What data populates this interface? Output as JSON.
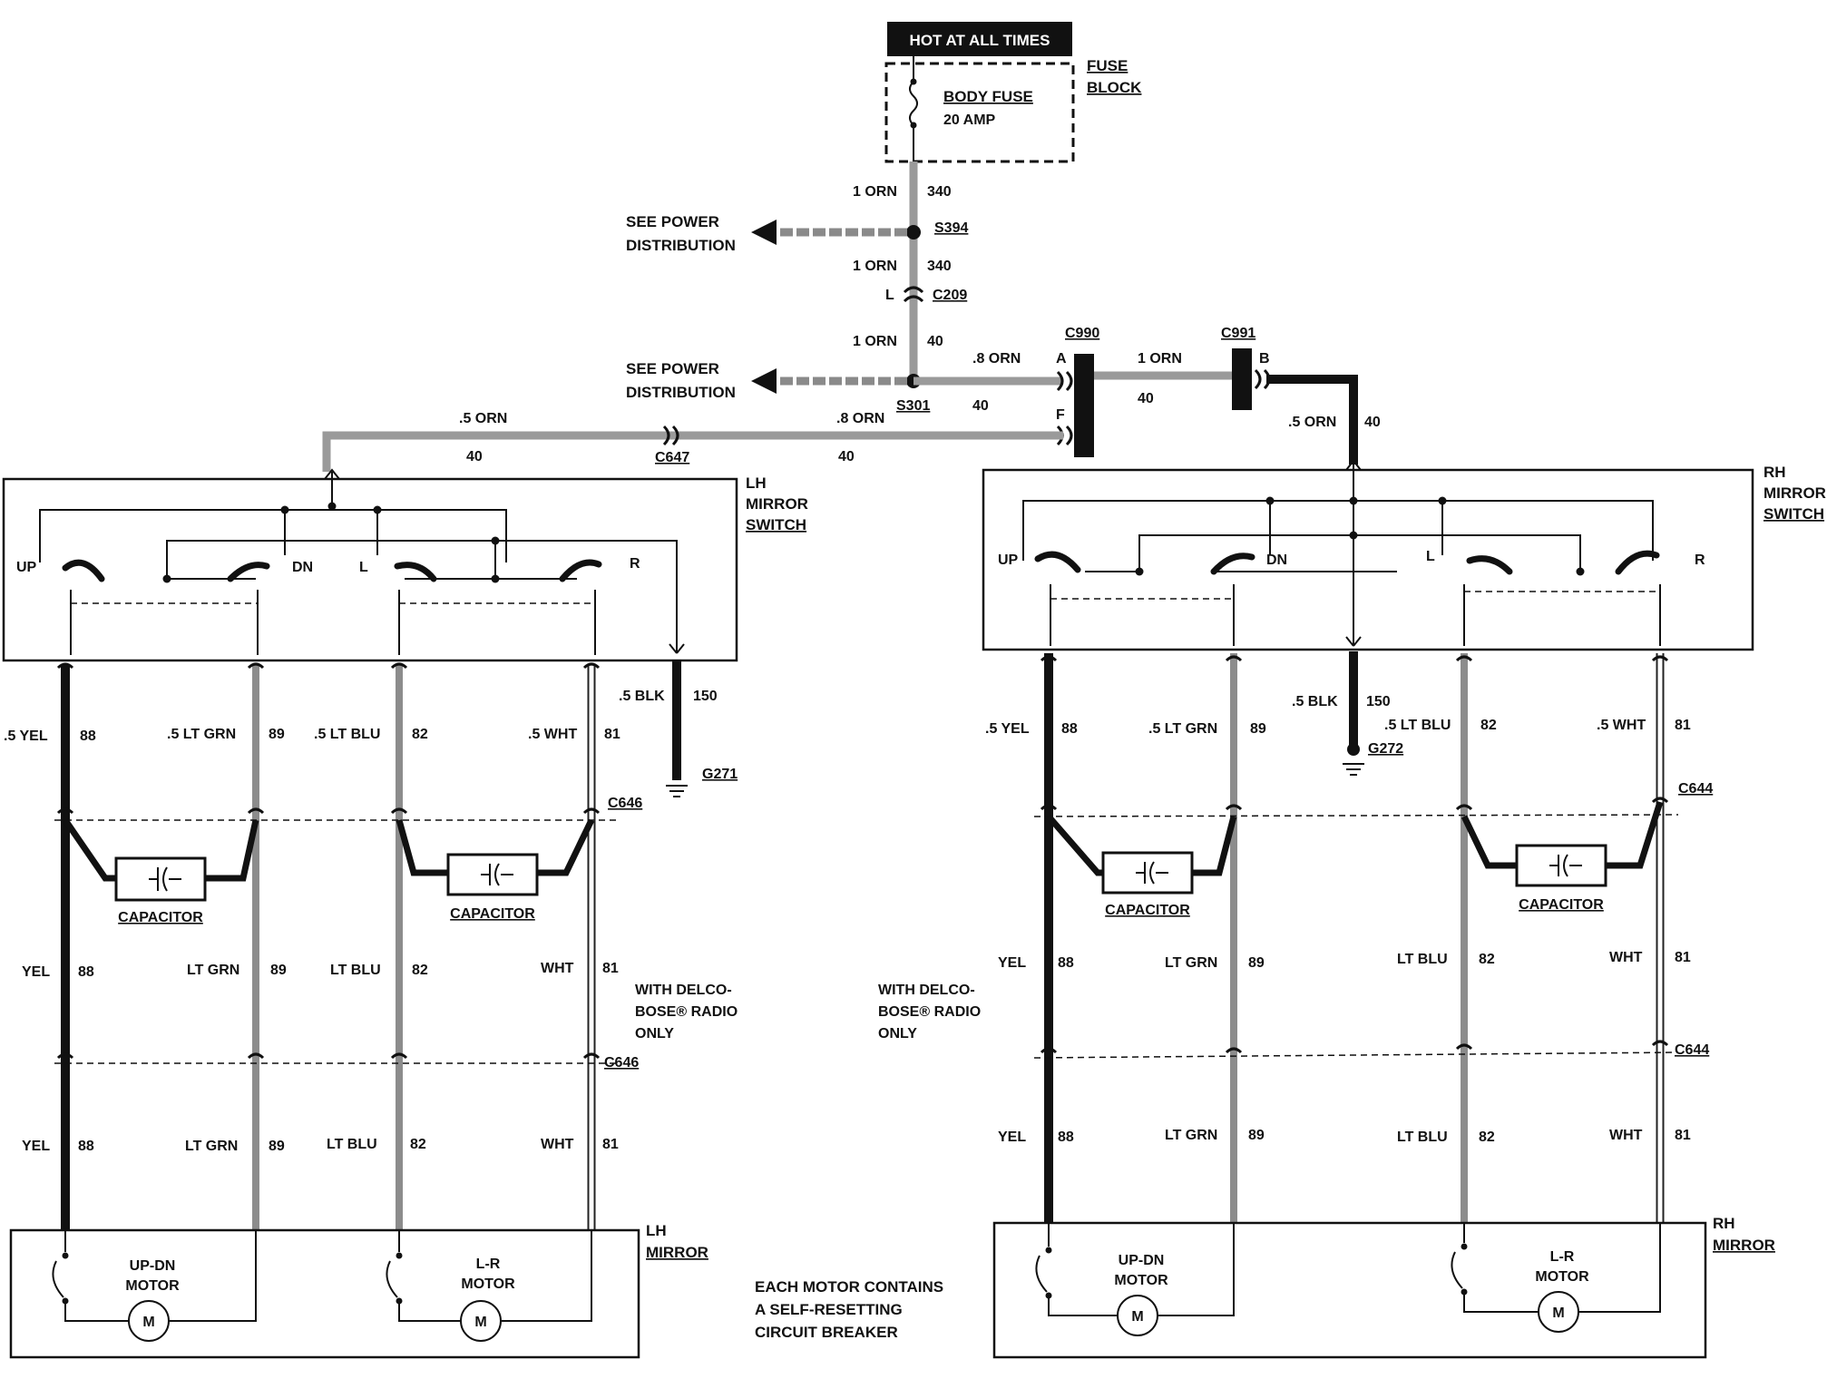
{
  "header": {
    "hot": "HOT AT ALL TIMES"
  },
  "fuse": {
    "block_line1": "FUSE",
    "block_line2": "BLOCK",
    "name": "BODY FUSE",
    "rating": "20 AMP"
  },
  "feed": {
    "w1_gauge": "1 ORN",
    "w1_circuit": "340",
    "splice1": "S394",
    "w2_gauge": "1 ORN",
    "w2_circuit": "340",
    "conn_c209_pin": "L",
    "conn_c209": "C209",
    "w3_gauge": "1 ORN",
    "w3_circuit": "40",
    "splice2": "S301",
    "see_power_1": "SEE POWER",
    "see_power_2": "DISTRIBUTION",
    "c990": "C990",
    "c990_pin_a": "A",
    "c990_pin_f": "F",
    "c991": "C991",
    "c991_pin_b": "B",
    "w_a_gauge": ".8 ORN",
    "w_a_circuit": "40",
    "w_b_gauge": "1 ORN",
    "w_b_circuit": "40",
    "w_f_gauge": ".8 ORN",
    "w_f_circuit": "40",
    "w_lh_gauge": ".5 ORN",
    "w_lh_circuit": "40",
    "c647": "C647",
    "w_rh_gauge": ".5 ORN",
    "w_rh_circuit": "40"
  },
  "switch": {
    "lh_line1": "LH",
    "lh_line2": "MIRROR",
    "lh_line3": "SWITCH",
    "rh_line1": "RH",
    "rh_line2": "MIRROR",
    "rh_line3": "SWITCH",
    "up": "UP",
    "dn": "DN",
    "l": "L",
    "r": "R"
  },
  "wires": {
    "yel_g": ".5 YEL",
    "ltgrn_g": ".5 LT GRN",
    "ltblu_g": ".5 LT BLU",
    "wht_g": ".5 WHT",
    "blk_g": ".5 BLK",
    "yel": "YEL",
    "ltgrn": "LT GRN",
    "ltblu": "LT BLU",
    "wht": "WHT",
    "c88": "88",
    "c89": "89",
    "c82": "82",
    "c81": "81",
    "c150": "150"
  },
  "grounds": {
    "lh": "G271",
    "rh": "G272"
  },
  "connectors": {
    "lh": "C646",
    "rh": "C644"
  },
  "capacitor": "CAPACITOR",
  "radio_note": {
    "l1": "WITH DELCO-",
    "l2": "BOSE® RADIO",
    "l3": "ONLY"
  },
  "mirror": {
    "lh_line1": "LH",
    "lh_line2": "MIRROR",
    "rh_line1": "RH",
    "rh_line2": "MIRROR",
    "updn_1": "UP-DN",
    "updn_2": "MOTOR",
    "lr_1": "L-R",
    "lr_2": "MOTOR",
    "m": "M"
  },
  "footnote": {
    "l1": "EACH MOTOR CONTAINS",
    "l2": "A SELF-RESETTING",
    "l3": "CIRCUIT BREAKER"
  }
}
